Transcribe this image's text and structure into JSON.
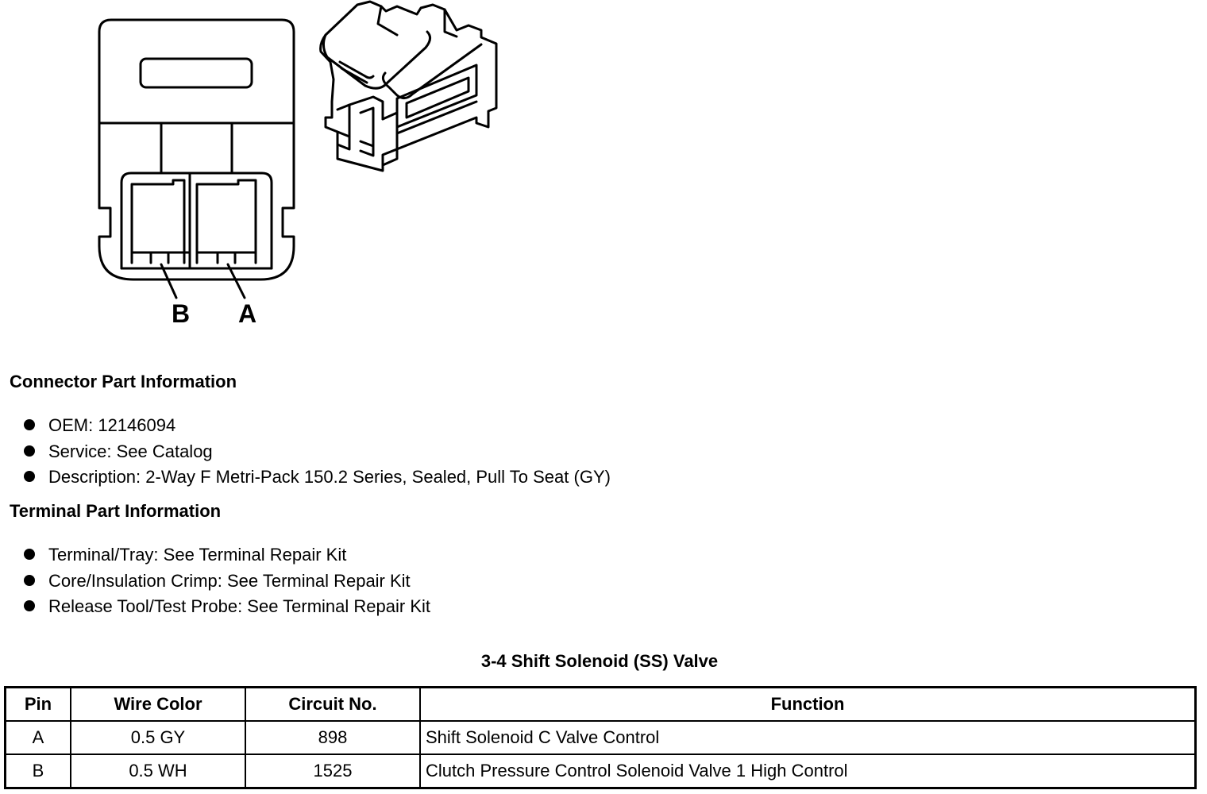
{
  "diagram": {
    "pin_labels": [
      "B",
      "A"
    ]
  },
  "connector": {
    "heading": "Connector Part Information",
    "items": [
      "OEM: 12146094",
      "Service: See Catalog",
      "Description: 2-Way F Metri-Pack 150.2 Series, Sealed, Pull To Seat (GY)"
    ]
  },
  "terminal": {
    "heading": "Terminal Part Information",
    "items": [
      "Terminal/Tray: See Terminal Repair Kit",
      "Core/Insulation Crimp: See Terminal Repair Kit",
      "Release Tool/Test Probe: See Terminal Repair Kit"
    ]
  },
  "table": {
    "title": "3-4 Shift Solenoid (SS) Valve",
    "headers": [
      "Pin",
      "Wire Color",
      "Circuit No.",
      "Function"
    ],
    "rows": [
      [
        "A",
        "0.5 GY",
        "898",
        "Shift Solenoid C Valve Control"
      ],
      [
        "B",
        "0.5 WH",
        "1525",
        "Clutch Pressure Control Solenoid Valve 1 High Control"
      ]
    ]
  }
}
